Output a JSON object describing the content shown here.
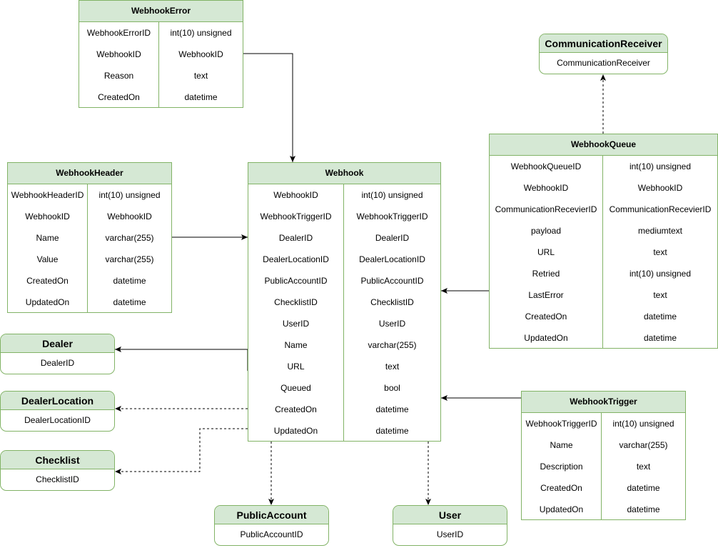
{
  "tables": [
    {
      "id": "webhook-error",
      "title": "WebhookError",
      "rows": [
        [
          "WebhookErrorID",
          "int(10) unsigned"
        ],
        [
          "WebhookID",
          "WebhookID"
        ],
        [
          "Reason",
          "text"
        ],
        [
          "CreatedOn",
          "datetime"
        ]
      ]
    },
    {
      "id": "webhook-header",
      "title": "WebhookHeader",
      "rows": [
        [
          "WebhookHeaderID",
          "int(10) unsigned"
        ],
        [
          "WebhookID",
          "WebhookID"
        ],
        [
          "Name",
          "varchar(255)"
        ],
        [
          "Value",
          "varchar(255)"
        ],
        [
          "CreatedOn",
          "datetime"
        ],
        [
          "UpdatedOn",
          "datetime"
        ]
      ]
    },
    {
      "id": "webhook",
      "title": "Webhook",
      "rows": [
        [
          "WebhookID",
          "int(10) unsigned"
        ],
        [
          "WebhookTriggerID",
          "WebhookTriggerID"
        ],
        [
          "DealerID",
          "DealerID"
        ],
        [
          "DealerLocationID",
          "DealerLocationID"
        ],
        [
          "PublicAccountID",
          "PublicAccountID"
        ],
        [
          "ChecklistID",
          "ChecklistID"
        ],
        [
          "UserID",
          "UserID"
        ],
        [
          "Name",
          "varchar(255)"
        ],
        [
          "URL",
          "text"
        ],
        [
          "Queued",
          "bool"
        ],
        [
          "CreatedOn",
          "datetime"
        ],
        [
          "UpdatedOn",
          "datetime"
        ]
      ]
    },
    {
      "id": "webhook-queue",
      "title": "WebhookQueue",
      "rows": [
        [
          "WebhookQueueID",
          "int(10) unsigned"
        ],
        [
          "WebhookID",
          "WebhookID"
        ],
        [
          "CommunicationRecevierID",
          "CommunicationRecevierID"
        ],
        [
          "payload",
          "mediumtext"
        ],
        [
          "URL",
          "text"
        ],
        [
          "Retried",
          "int(10) unsigned"
        ],
        [
          "LastError",
          "text"
        ],
        [
          "CreatedOn",
          "datetime"
        ],
        [
          "UpdatedOn",
          "datetime"
        ]
      ]
    },
    {
      "id": "webhook-trigger",
      "title": "WebhookTrigger",
      "rows": [
        [
          "WebhookTriggerID",
          "int(10) unsigned"
        ],
        [
          "Name",
          "varchar(255)"
        ],
        [
          "Description",
          "text"
        ],
        [
          "CreatedOn",
          "datetime"
        ],
        [
          "UpdatedOn",
          "datetime"
        ]
      ]
    }
  ],
  "entities": [
    {
      "id": "communication-receiver",
      "title": "CommunicationReceiver",
      "field": "CommunicationReceiver"
    },
    {
      "id": "dealer",
      "title": "Dealer",
      "field": "DealerID"
    },
    {
      "id": "dealer-location",
      "title": "DealerLocation",
      "field": "DealerLocationID"
    },
    {
      "id": "checklist",
      "title": "Checklist",
      "field": "ChecklistID"
    },
    {
      "id": "public-account",
      "title": "PublicAccount",
      "field": "PublicAccountID"
    },
    {
      "id": "user",
      "title": "User",
      "field": "UserID"
    }
  ],
  "colors": {
    "stroke": "#82b366",
    "fill": "#d5e8d4",
    "edge": "#000000"
  }
}
